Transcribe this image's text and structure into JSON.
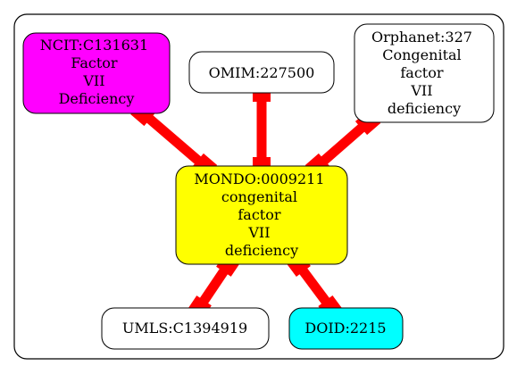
{
  "graph": {
    "nodes": [
      {
        "id": "mondo",
        "lines": [
          "MONDO:0009211",
          "congenital",
          "factor",
          "VII",
          "deficiency"
        ],
        "fill": "#ffff00"
      },
      {
        "id": "ncit",
        "lines": [
          "NCIT:C131631",
          "Factor",
          "VII",
          "Deficiency"
        ],
        "fill": "#ff00ff"
      },
      {
        "id": "omim",
        "lines": [
          "OMIM:227500"
        ],
        "fill": "#ffffff"
      },
      {
        "id": "orphanet",
        "lines": [
          "Orphanet:327",
          "Congenital",
          "factor",
          "VII",
          "deficiency"
        ],
        "fill": "#ffffff"
      },
      {
        "id": "umls",
        "lines": [
          "UMLS:C1394919"
        ],
        "fill": "#ffffff"
      },
      {
        "id": "doid",
        "lines": [
          "DOID:2215"
        ],
        "fill": "#00ffff"
      }
    ],
    "edges": [
      {
        "from": "ncit",
        "to": "mondo"
      },
      {
        "from": "omim",
        "to": "mondo"
      },
      {
        "from": "orphanet",
        "to": "mondo"
      },
      {
        "from": "mondo",
        "to": "umls"
      },
      {
        "from": "mondo",
        "to": "doid"
      }
    ],
    "edge_color": "#ff0000",
    "border_color": "#000000"
  }
}
